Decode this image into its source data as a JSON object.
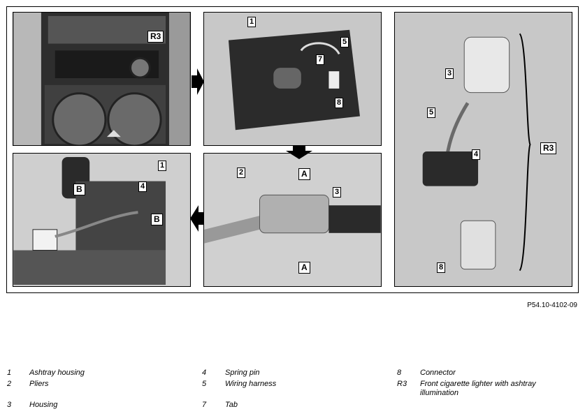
{
  "figure_code": "P54.10-4102-09",
  "panels": {
    "top_left": {
      "labels": [
        "R3"
      ]
    },
    "top_middle": {
      "labels": [
        "1",
        "5",
        "7",
        "8"
      ]
    },
    "bottom_left": {
      "labels": [
        "1",
        "4",
        "B",
        "B"
      ]
    },
    "bottom_middle": {
      "labels": [
        "2",
        "3",
        "A",
        "A"
      ]
    },
    "right": {
      "labels": [
        "3",
        "5",
        "4",
        "R3",
        "8"
      ]
    }
  },
  "legend": [
    {
      "num": "1",
      "text": "Ashtray housing"
    },
    {
      "num": "2",
      "text": "Pliers"
    },
    {
      "num": "3",
      "text": "Housing"
    },
    {
      "num": "4",
      "text": "Spring pin"
    },
    {
      "num": "5",
      "text": "Wiring harness"
    },
    {
      "num": "7",
      "text": "Tab"
    },
    {
      "num": "8",
      "text": "Connector"
    },
    {
      "num": "R3",
      "text": "Front cigarette lighter with ashtray illumination"
    }
  ],
  "colors": {
    "panel_bg": "#c8c8c8",
    "arrow": "#000000"
  }
}
